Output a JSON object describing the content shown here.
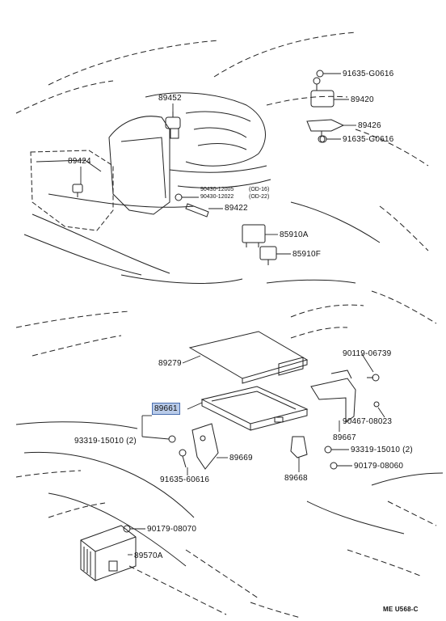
{
  "labels": {
    "p91635_top": "91635-G0616",
    "p89420": "89420",
    "p89426": "89426",
    "p91635_mid": "91635-G0616",
    "p89452": "89452",
    "p89424": "89424",
    "p90430_a": "90430-12005",
    "p90430_a_note": "(OD-16)",
    "p90430_b": "90430-12022",
    "p90430_b_note": "(OD-22)",
    "p89422": "89422",
    "p85910A": "85910A",
    "p85910F": "85910F",
    "p89279": "89279",
    "p90119": "90119-06739",
    "p89661": "89661",
    "p90467": "90467-08023",
    "p89667": "89667",
    "p93319_left": "93319-15010 (2)",
    "p93319_right": "93319-15010 (2)",
    "p89669": "89669",
    "p89668": "89668",
    "p91635_bottom": "91635-60616",
    "p90179_a": "90179-08060",
    "p90179_b": "90179-08070",
    "p89570A": "89570A"
  },
  "diagram_code": "ME  U568-C",
  "highlight_color": "#b9cbe9"
}
